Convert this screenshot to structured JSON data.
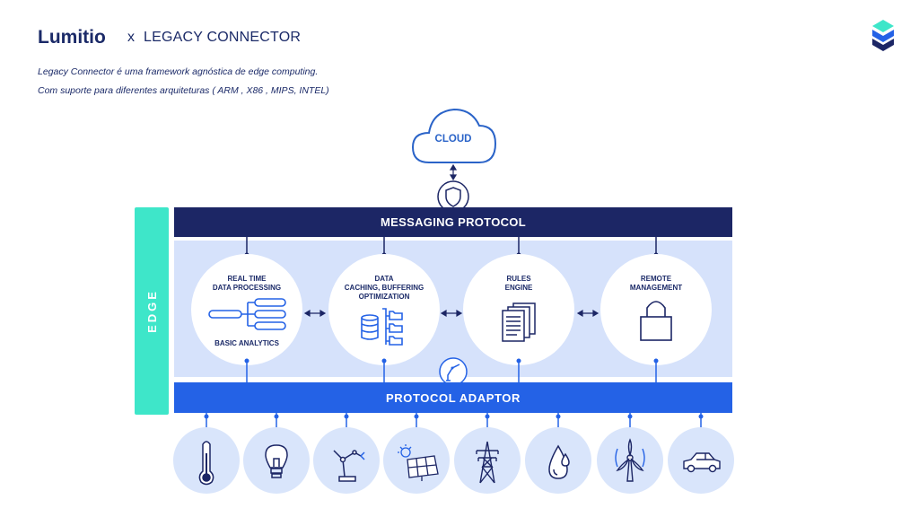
{
  "header": {
    "brand": "Lumitio",
    "x": "x",
    "subtitle": "LEGACY CONNECTOR",
    "description_line1": "Legacy Connector é uma framework agnóstica de edge computing.",
    "description_line2": "Com suporte para diferentes arquiteturas ( ARM , X86 , MIPS, INTEL)"
  },
  "diagram": {
    "cloud": "CLOUD",
    "messaging": "MESSAGING PROTOCOL",
    "adaptor": "PROTOCOL  ADAPTOR",
    "edge": "EDGE",
    "modules": [
      {
        "line1": "REAL TIME",
        "line2": "DATA PROCESSING",
        "line3": "",
        "footer": "BASIC ANALYTICS",
        "icon": "pipeline-icon"
      },
      {
        "line1": "DATA",
        "line2": "CACHING, BUFFERING",
        "line3": "OPTIMIZATION",
        "footer": "",
        "icon": "database-folder-icon"
      },
      {
        "line1": "RULES",
        "line2": "ENGINE",
        "line3": "",
        "footer": "",
        "icon": "document-stack-icon"
      },
      {
        "line1": "REMOTE",
        "line2": "MANAGEMENT",
        "line3": "",
        "footer": "",
        "icon": "padlock-icon"
      }
    ],
    "devices": [
      "thermometer-icon",
      "light-bulb-icon",
      "robot-arm-icon",
      "solar-panel-icon",
      "power-tower-icon",
      "water-drop-icon",
      "wind-turbine-icon",
      "car-icon"
    ],
    "colors": {
      "navy": "#1c2665",
      "blue": "#2462e6",
      "edge": "#3ee6c9",
      "panel": "#d6e2fb",
      "circle": "#d9e5fb"
    }
  }
}
